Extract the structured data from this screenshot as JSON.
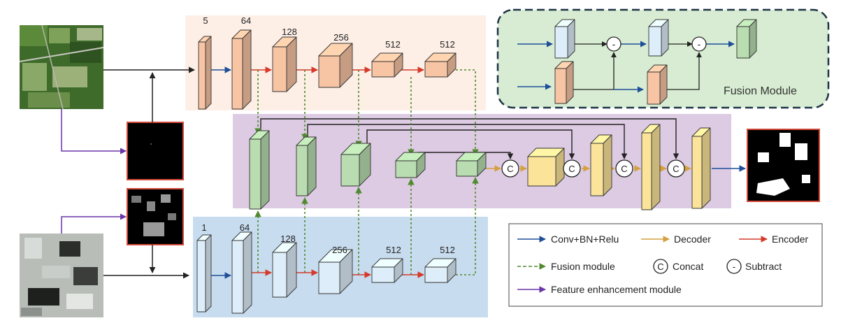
{
  "colors": {
    "optical_bg": "#fdefe6",
    "sar_bg": "#c8dcef",
    "decoder_bg": "#dccbe2",
    "fusion_bg": "#d7ecd2",
    "enc_optical": "#f7c4a4",
    "enc_sar": "#ddeefa",
    "fusion_block": "#b9ddb0",
    "decoder_block": "#fbe49a",
    "arrow_conv": "#1f4e9a",
    "arrow_decoder": "#d4a040",
    "arrow_encoder": "#d63a2a",
    "arrow_fusion": "#4f8a2e",
    "arrow_feature": "#6a35a8",
    "image_border": "#d34a3a"
  },
  "optical_encoder": {
    "channels": [
      "5",
      "64",
      "128",
      "256",
      "512",
      "512"
    ]
  },
  "sar_encoder": {
    "channels": [
      "1",
      "64",
      "128",
      "256",
      "512",
      "512"
    ]
  },
  "decoder": {
    "concat_symbol": "C"
  },
  "fusion_module": {
    "title": "Fusion Module",
    "subtract_symbol": "-"
  },
  "legend": {
    "conv": "Conv+BN+Relu",
    "decoder": "Decoder",
    "encoder": "Encoder",
    "fusion": "Fusion module",
    "concat": "Concat",
    "concat_symbol": "C",
    "subtract": "Subtract",
    "subtract_symbol": "-",
    "feature": "Feature enhancement module"
  }
}
